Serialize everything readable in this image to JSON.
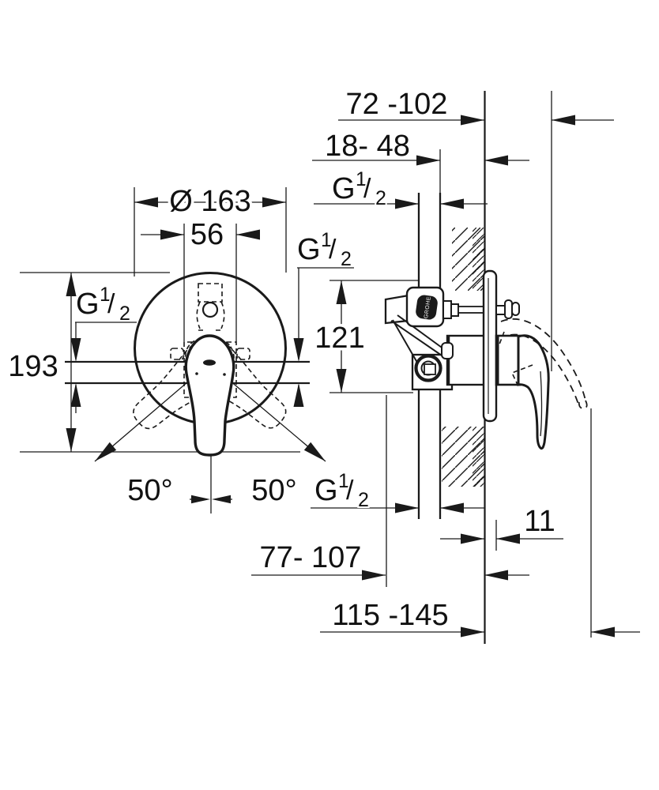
{
  "dims": {
    "wall_offset_top": "72 -102",
    "rough_in_depth": "18- 48",
    "plate_diameter": "Ø 163",
    "inner_width": "56",
    "overall_height": "193",
    "outlet_spacing": "121",
    "angle_left": "50°",
    "angle_right": "50°",
    "plate_thickness": "11",
    "depth_mid": "77- 107",
    "depth_total": "115 -145"
  },
  "thread": {
    "base": "G",
    "sup": "1",
    "slash": "/",
    "sub": "2"
  },
  "logo": "GROHE",
  "colors": {
    "line": "#1a1a1a",
    "background": "#ffffff"
  }
}
